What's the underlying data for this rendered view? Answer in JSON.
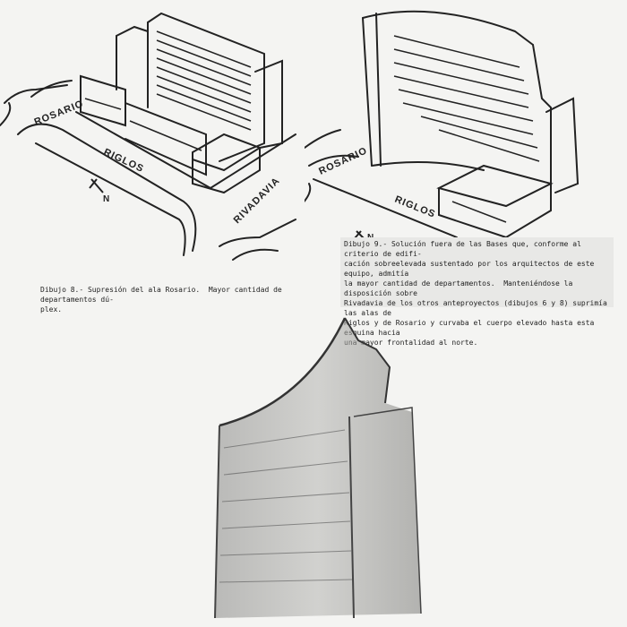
{
  "drawing_left": {
    "streets": {
      "rosario": "ROSARIO",
      "riglos": "RIGLOS",
      "rivadavia": "RIVADAVIA"
    },
    "north_mark": "N"
  },
  "drawing_right": {
    "streets": {
      "rosario": "ROSARIO",
      "riglos": "RIGLOS"
    },
    "north_mark": "N"
  },
  "captions": {
    "left": "Dibujo 8.- Supresión del ala Rosario.  Mayor cantidad de departamentos dú-\nplex.",
    "right": "Dibujo 9.- Solución fuera de las Bases que, conforme al criterio de edifi-\ncación sobreelevada sustentado por los arquitectos de este equipo, admitía\nla mayor cantidad de departamentos.  Manteniéndose la disposición sobre\nRivadavia de los otros anteproyectos (dibujos 6 y 8) suprimía las alas de\nRiglos y de Rosario y curvaba el cuerpo elevado hasta esta esquina hacia\nuna mayor frontalidad al norte."
  }
}
